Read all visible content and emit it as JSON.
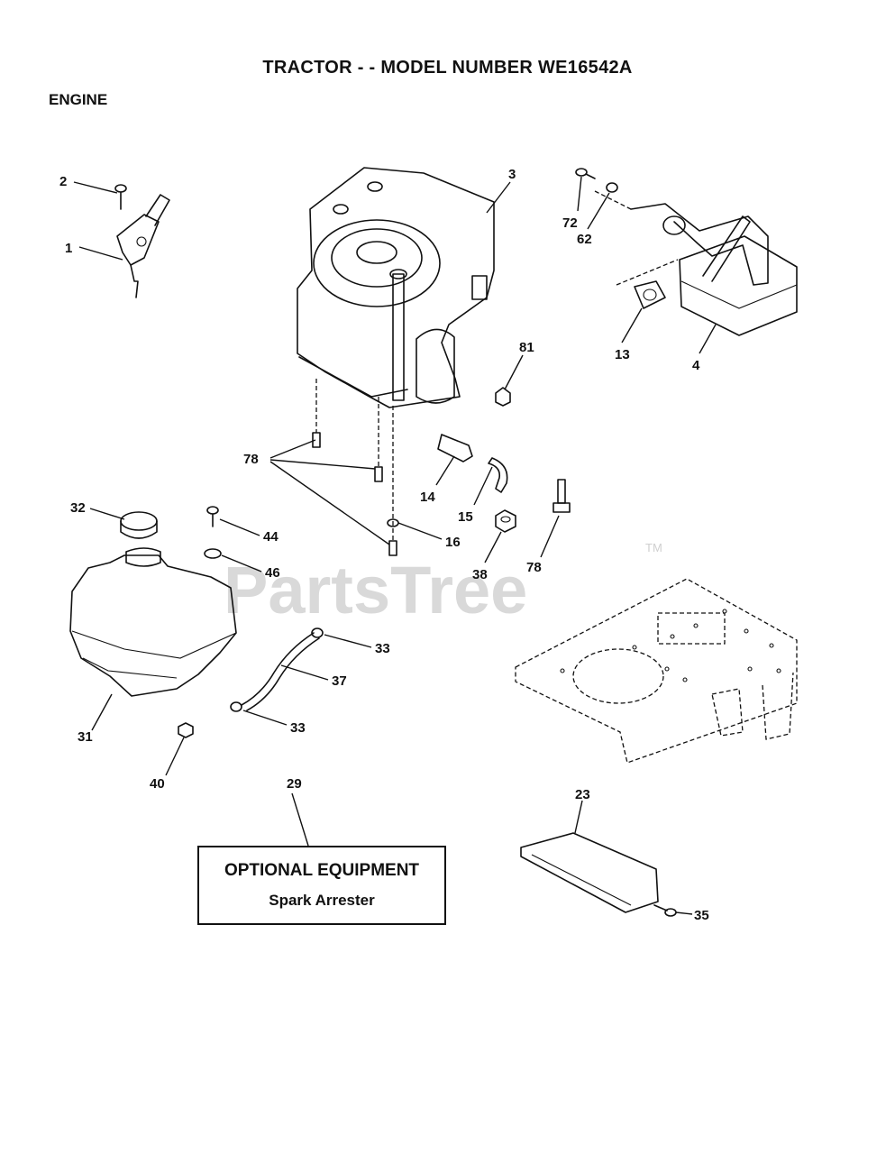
{
  "page": {
    "title": "TRACTOR - - MODEL NUMBER WE16542A",
    "section": "ENGINE"
  },
  "watermark": {
    "text": "PartsTree",
    "tm": "TM"
  },
  "optional_box": {
    "title": "OPTIONAL EQUIPMENT",
    "subtitle": "Spark Arrester"
  },
  "parts": [
    {
      "id": "c2",
      "label": "2"
    },
    {
      "id": "c1",
      "label": "1"
    },
    {
      "id": "c3",
      "label": "3"
    },
    {
      "id": "c72",
      "label": "72"
    },
    {
      "id": "c62",
      "label": "62"
    },
    {
      "id": "c13",
      "label": "13"
    },
    {
      "id": "c4",
      "label": "4"
    },
    {
      "id": "c81",
      "label": "81"
    },
    {
      "id": "c78a",
      "label": "78"
    },
    {
      "id": "c14",
      "label": "14"
    },
    {
      "id": "c15",
      "label": "15"
    },
    {
      "id": "c16",
      "label": "16"
    },
    {
      "id": "c38",
      "label": "38"
    },
    {
      "id": "c78b",
      "label": "78"
    },
    {
      "id": "c32",
      "label": "32"
    },
    {
      "id": "c44",
      "label": "44"
    },
    {
      "id": "c46",
      "label": "46"
    },
    {
      "id": "c33a",
      "label": "33"
    },
    {
      "id": "c37",
      "label": "37"
    },
    {
      "id": "c33b",
      "label": "33"
    },
    {
      "id": "c31",
      "label": "31"
    },
    {
      "id": "c40",
      "label": "40"
    },
    {
      "id": "c29",
      "label": "29"
    },
    {
      "id": "c23",
      "label": "23"
    },
    {
      "id": "c35",
      "label": "35"
    }
  ]
}
